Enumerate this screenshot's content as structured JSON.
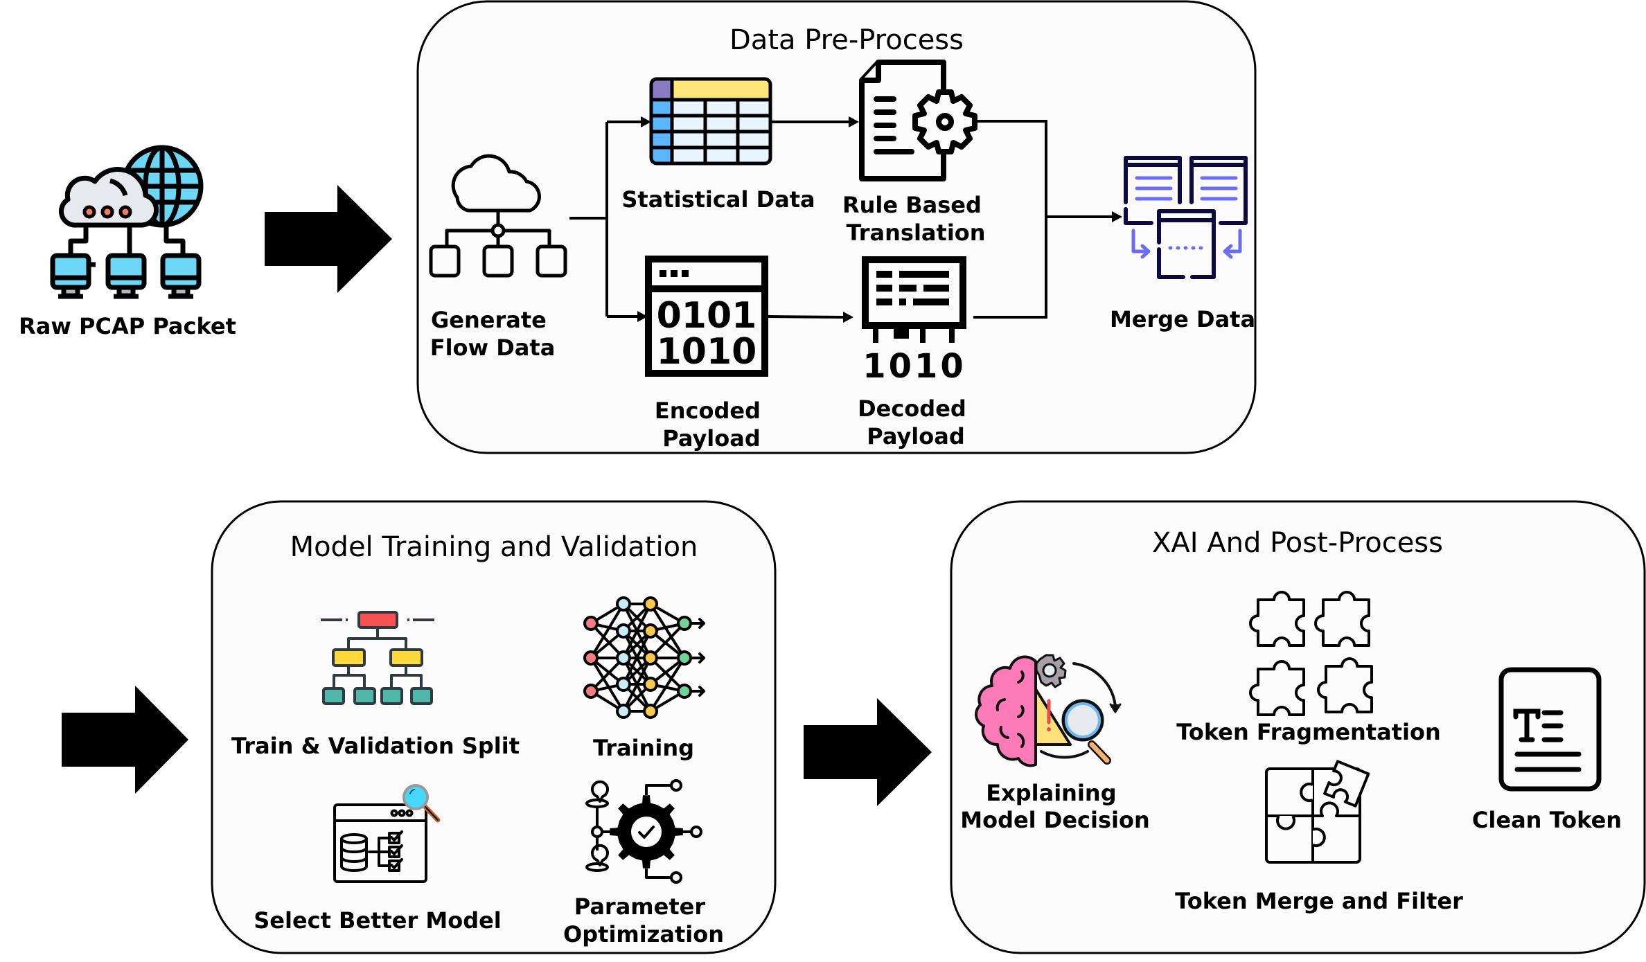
{
  "diagram": {
    "stages": [
      {
        "id": "input",
        "items": [
          {
            "label": "Raw PCAP Packet",
            "icon": "cloud-network-icon"
          }
        ]
      },
      {
        "id": "data-preprocess",
        "title": "Data Pre-Process",
        "items": [
          {
            "label_lines": [
              "Generate",
              "Flow Data"
            ],
            "icon": "flow-hierarchy-icon"
          },
          {
            "label_lines": [
              "Statistical Data"
            ],
            "icon": "table-icon"
          },
          {
            "label_lines": [
              "Rule Based",
              "Translation"
            ],
            "icon": "document-gear-icon"
          },
          {
            "label_lines": [
              "Encoded",
              "Payload"
            ],
            "icon": "binary-window-icon"
          },
          {
            "label_lines": [
              "Decoded",
              "Payload"
            ],
            "icon": "decoded-text-icon"
          },
          {
            "label_lines": [
              "Merge Data"
            ],
            "icon": "merge-documents-icon"
          }
        ]
      },
      {
        "id": "model-training",
        "title": "Model Training and Validation",
        "items": [
          {
            "label_lines": [
              "Train & Validation Split"
            ],
            "icon": "tree-split-icon"
          },
          {
            "label_lines": [
              "Training"
            ],
            "icon": "neural-network-icon"
          },
          {
            "label_lines": [
              "Select Better Model"
            ],
            "icon": "database-checklist-icon"
          },
          {
            "label_lines": [
              "Parameter",
              "Optimization"
            ],
            "icon": "gear-check-icon"
          }
        ]
      },
      {
        "id": "xai-postprocess",
        "title": "XAI And Post-Process",
        "items": [
          {
            "label_lines": [
              "Explaining",
              "Model Decision"
            ],
            "icon": "brain-inspect-icon"
          },
          {
            "label_lines": [
              "Token Fragmentation"
            ],
            "icon": "puzzle-pieces-icon"
          },
          {
            "label_lines": [
              "Token Merge and Filter"
            ],
            "icon": "puzzle-merge-icon"
          },
          {
            "label_lines": [
              "Clean Token"
            ],
            "icon": "text-document-icon"
          }
        ]
      }
    ],
    "flow": [
      "Raw PCAP Packet -> Data Pre-Process",
      "Generate Flow Data -> Statistical Data",
      "Generate Flow Data -> Encoded Payload",
      "Statistical Data -> Rule Based Translation",
      "Encoded Payload -> Decoded Payload",
      "Rule Based Translation -> Merge Data",
      "Decoded Payload -> Merge Data",
      "Data Pre-Process -> Model Training and Validation",
      "Model Training and Validation -> XAI And Post-Process"
    ],
    "colors": {
      "box_fill": "#fbfbfb",
      "globe_blue": "#6dd6f4",
      "cloud_gray": "#e6e9ee",
      "dot_orange": "#f47c5c",
      "table_yellow": "#ffe57a",
      "table_purple": "#8a7cc4",
      "table_blue": "#5cb6ff",
      "table_cell": "#e8f5fe",
      "merge_navy": "#0c0a3e",
      "merge_violet": "#6b6cf0",
      "tree_red": "#f95050",
      "tree_yellow": "#ffd83b",
      "tree_teal": "#4fb6a8",
      "nn_red": "#f47c80",
      "nn_blue": "#c7ebf7",
      "nn_yellow": "#fcc84a",
      "nn_green": "#6fd49a",
      "magnifier_cyan": "#45d8fa",
      "handle_brown": "#c4662c",
      "brain_pink": "#fb7bb8",
      "warning_yellow": "#ffe17a",
      "gear_gray": "#a79ea7",
      "lens_blue": "#6cb8f0",
      "handle_orange": "#f4b26e"
    }
  }
}
